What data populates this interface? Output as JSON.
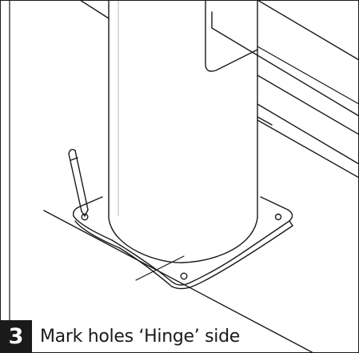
{
  "instruction": {
    "step_number": "3",
    "text": "Mark holes ‘Hinge’ side"
  },
  "colors": {
    "ink": "#1a1a1a",
    "paper": "#ffffff"
  },
  "icons": {
    "post": "bollard-post",
    "base": "square-base-plate",
    "tool": "marker-pen"
  }
}
